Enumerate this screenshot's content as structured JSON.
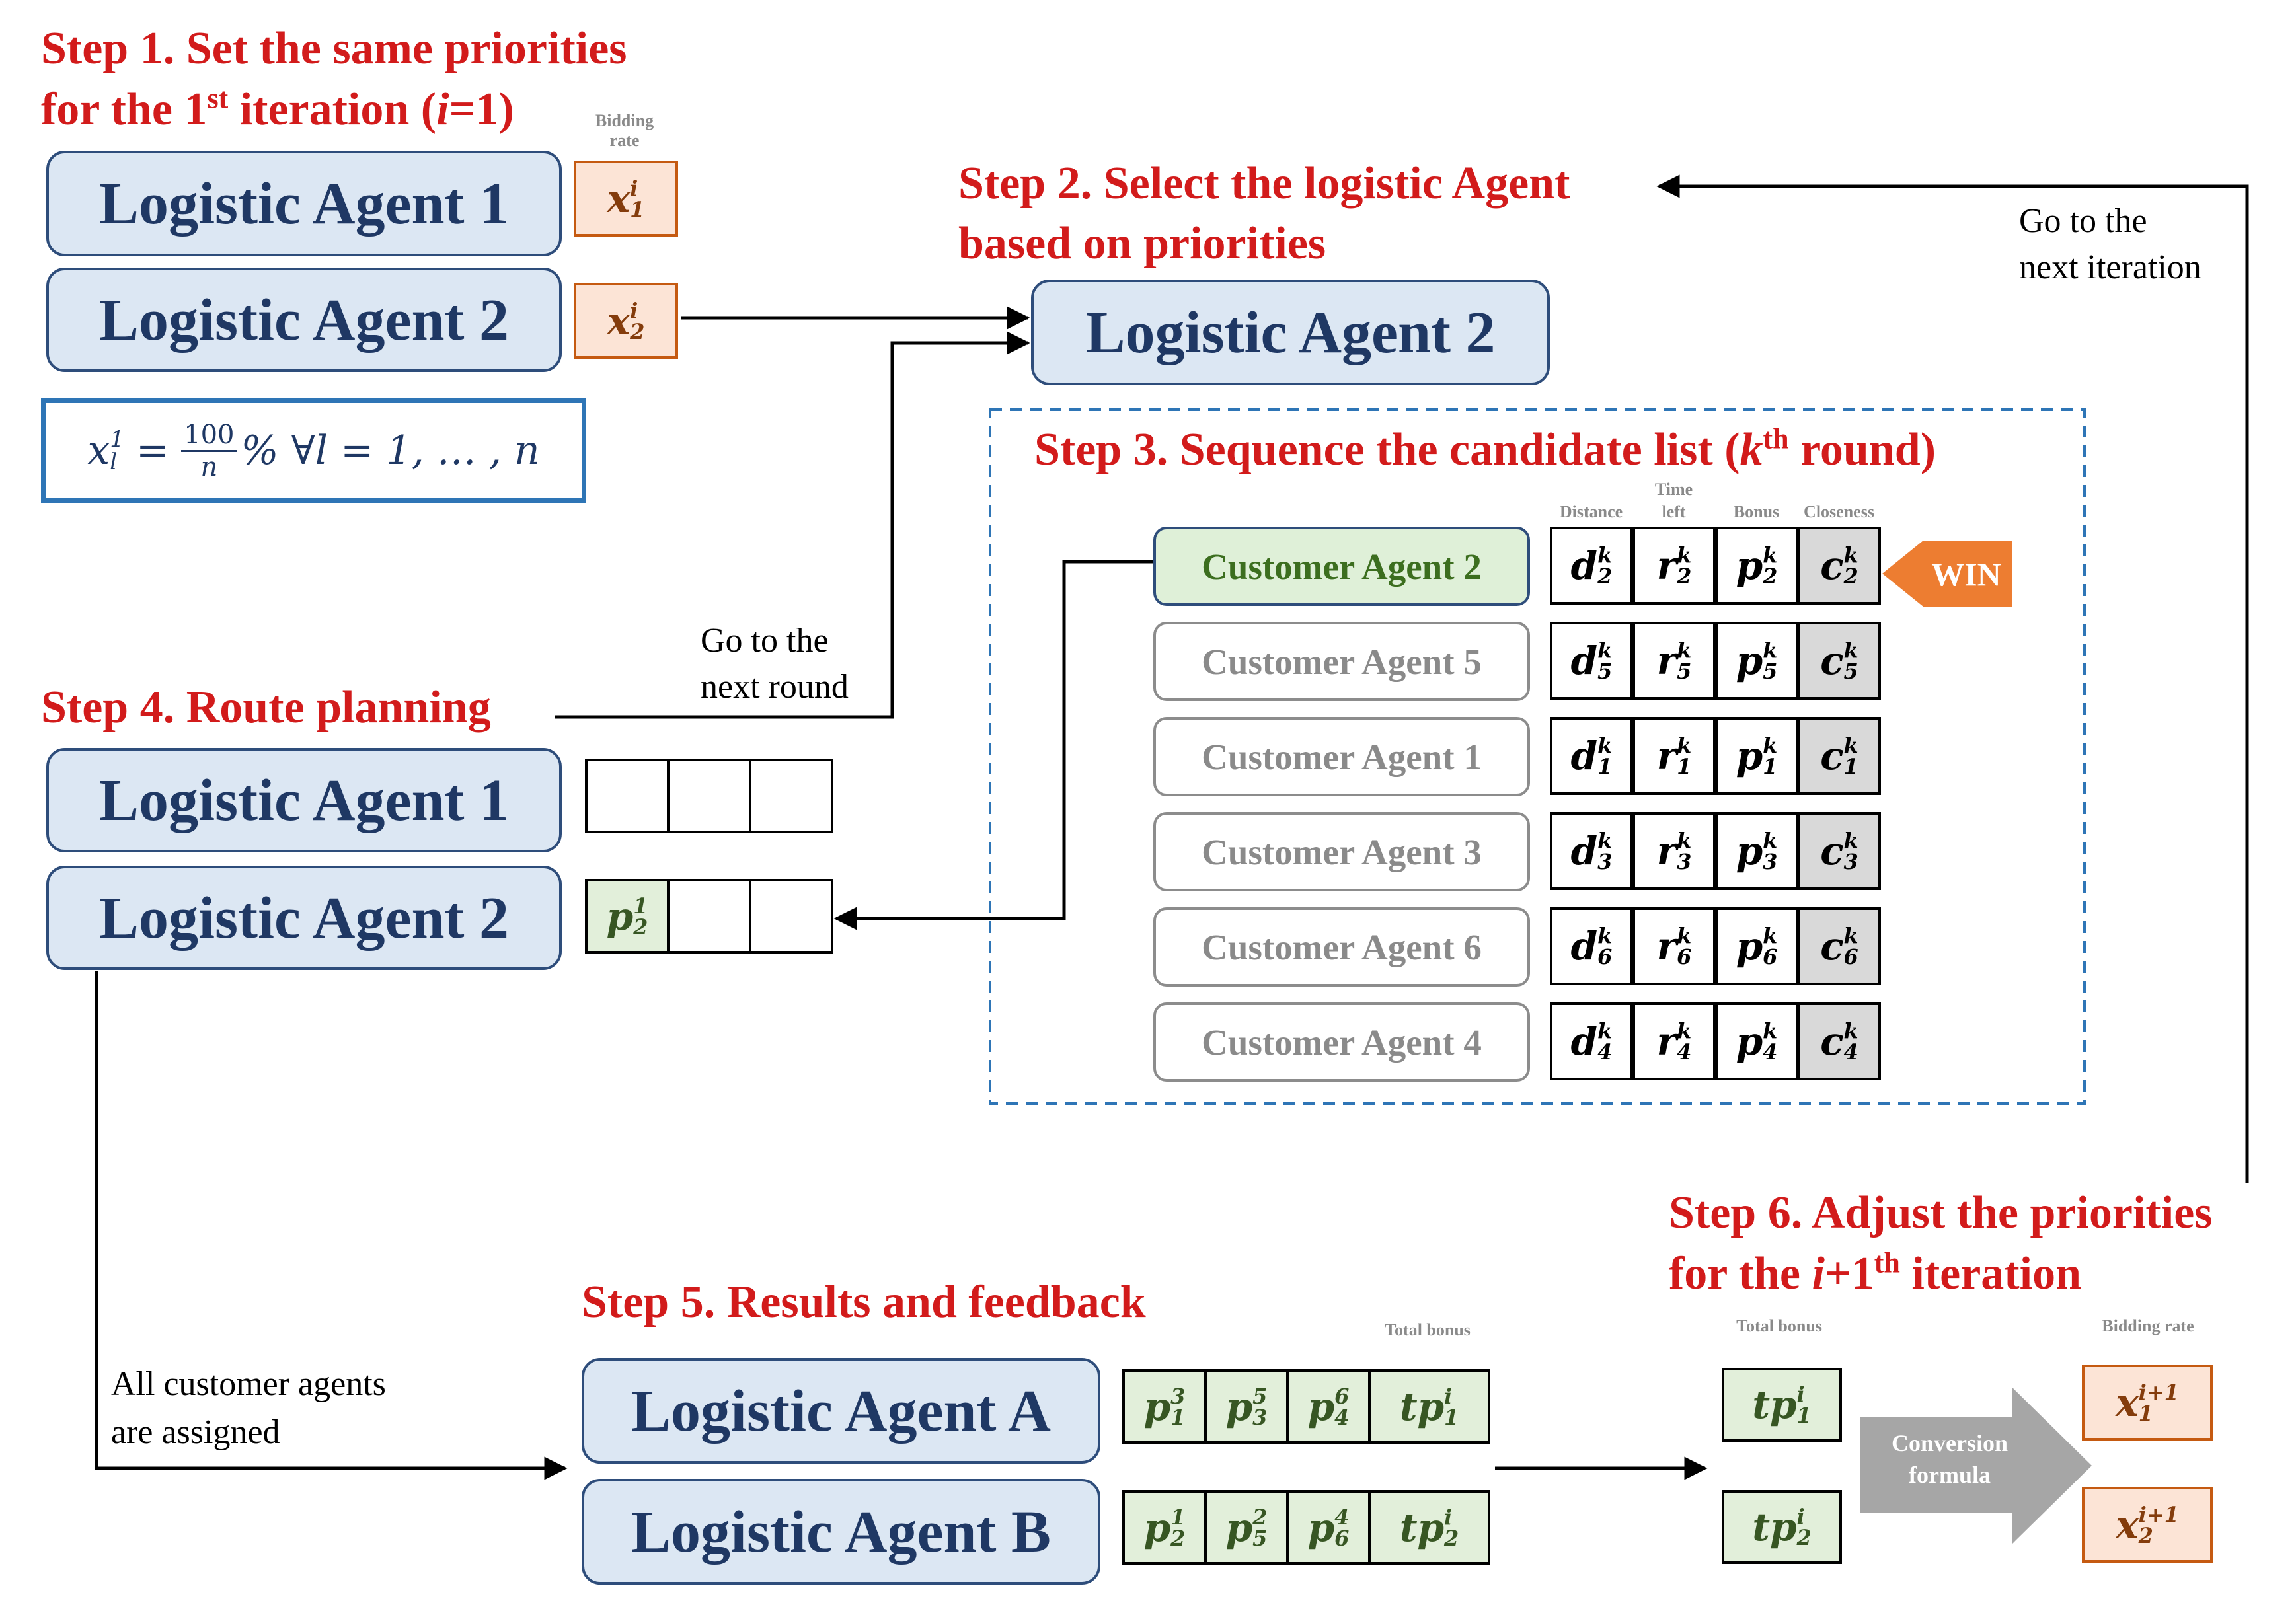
{
  "step1": {
    "line1": "Step 1. Set the same priorities",
    "line2_a": "for the 1",
    "line2_sup": "st",
    "line2_b": " iteration (",
    "line2_i": "i",
    "line2_c": "=1)"
  },
  "bidding_rate_label": "Bidding rate",
  "step1_agents": [
    {
      "label": "Logistic Agent 1",
      "rate_var": "x",
      "rate_sup": "i",
      "rate_sub": "1"
    },
    {
      "label": "Logistic Agent 2",
      "rate_var": "x",
      "rate_sup": "i",
      "rate_sub": "2"
    }
  ],
  "formula": {
    "lhs": "x",
    "lhs_sub": "l",
    "lhs_sup": "1",
    "num": "100",
    "den": "n",
    "rest": "% ∀l = 1, … , n"
  },
  "step2": {
    "line1": "Step 2. Select the logistic  Agent",
    "line2": "based on priorities",
    "agent": "Logistic Agent 2"
  },
  "note_next_iteration": {
    "line1": "Go to the",
    "line2": "next iteration"
  },
  "step3": {
    "a": "Step 3. Sequence the candidate  list (",
    "k": "k",
    "th": "th",
    "b": " round)"
  },
  "criteria_headers": {
    "distance": "Distance",
    "time_left_1": "Time",
    "time_left_2": "left",
    "bonus": "Bonus",
    "closeness": "Closeness"
  },
  "customers": [
    {
      "label": "Customer Agent 2",
      "idx": "2",
      "win": true
    },
    {
      "label": "Customer Agent 5",
      "idx": "5",
      "win": false
    },
    {
      "label": "Customer Agent 1",
      "idx": "1",
      "win": false
    },
    {
      "label": "Customer Agent 3",
      "idx": "3",
      "win": false
    },
    {
      "label": "Customer Agent 6",
      "idx": "6",
      "win": false
    },
    {
      "label": "Customer Agent 4",
      "idx": "4",
      "win": false
    }
  ],
  "criteria_vars": [
    "d",
    "r",
    "p",
    "c"
  ],
  "round_sup": "k",
  "win_label": "WIN",
  "note_next_round": {
    "line1": "Go to the",
    "line2": "next round"
  },
  "step4": {
    "title": "Step 4. Route planning",
    "agent1": "Logistic Agent 1",
    "agent2": "Logistic Agent 2",
    "route_var": "p",
    "route_sup": "1",
    "route_sub": "2"
  },
  "note_all_assigned": {
    "line1": "All  customer  agents",
    "line2": "are assigned"
  },
  "step5": {
    "title": "Step 5. Results and feedback",
    "agentA": "Logistic Agent A",
    "agentB": "Logistic Agent B"
  },
  "total_bonus_label": "Total bonus",
  "results": [
    {
      "items": [
        {
          "sup": "3",
          "sub": "1"
        },
        {
          "sup": "5",
          "sub": "3"
        },
        {
          "sup": "6",
          "sub": "4"
        }
      ],
      "total_var": "tp",
      "total_sup": "i",
      "total_sub": "1"
    },
    {
      "items": [
        {
          "sup": "1",
          "sub": "2"
        },
        {
          "sup": "2",
          "sub": "5"
        },
        {
          "sup": "4",
          "sub": "6"
        }
      ],
      "total_var": "tp",
      "total_sup": "i",
      "total_sub": "2"
    }
  ],
  "step6": {
    "line1": "Step 6. Adjust the priorities",
    "line2_a": "for the ",
    "line2_i": "i",
    "line2_b": "+1",
    "line2_sup": "th",
    "line2_c": " iteration"
  },
  "conversion": {
    "line1": "Conversion",
    "line2": "formula"
  },
  "new_rates": [
    {
      "var": "x",
      "sup": "i+1",
      "sub": "1"
    },
    {
      "var": "x",
      "sup": "i+1",
      "sub": "2"
    }
  ],
  "colors": {
    "step_title": "#d21b1b",
    "agent_fill": "#dce7f3",
    "agent_border": "#2e4d7b",
    "win_arrow": "#ed7d31",
    "green_fill": "#e2efda",
    "orange_fill": "#fce4d6"
  }
}
